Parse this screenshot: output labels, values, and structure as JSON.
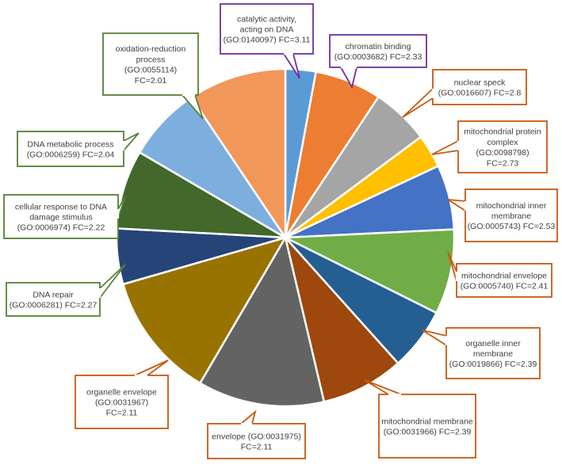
{
  "chart_data": {
    "type": "pie",
    "title": "",
    "slices": [
      {
        "label": "catalytic activity,\nacting on DNA\n(GO:0140097) FC=3.11",
        "value": 3.0,
        "color": "#5B9BD5",
        "border": "#7030A0"
      },
      {
        "label": "chromatin binding\n(GO:0003682) FC=2.33",
        "value": 6.6,
        "color": "#ED7D31",
        "border": "#7030A0"
      },
      {
        "label": "nuclear speck\n(GO:0016607) FC=2.8",
        "value": 5.7,
        "color": "#A5A5A5",
        "border": "#C55A11"
      },
      {
        "label": "mitochondrial protein\ncomplex\n(GO:0098798)\nFC=2.73",
        "value": 3.3,
        "color": "#FFC000",
        "border": "#C55A11"
      },
      {
        "label": "mitochondrial inner\nmembrane\n(GO:0005743) FC=2.53",
        "value": 6.4,
        "color": "#4472C4",
        "border": "#C55A11"
      },
      {
        "label": "mitochondrial envelope\n(GO:0005740) FC=2.41",
        "value": 8.4,
        "color": "#70AD47",
        "border": "#C55A11"
      },
      {
        "label": "organelle inner\nmembrane\n(GO:0019866) FC=2.39",
        "value": 6.2,
        "color": "#255E91",
        "border": "#C55A11"
      },
      {
        "label": "mitochondrial membrane\n(GO:0031966) FC=2.39",
        "value": 8.2,
        "color": "#9E480E",
        "border": "#C55A11"
      },
      {
        "label": "envelope (GO:0031975)\nFC=2.11",
        "value": 12.5,
        "color": "#636363",
        "border": "#C55A11"
      },
      {
        "label": "organelle envelope\n(GO:0031967)\nFC=2.11",
        "value": 12.5,
        "color": "#997300",
        "border": "#C55A11"
      },
      {
        "label": "DNA repair\n(GO:0006281) FC=2.27",
        "value": 5.5,
        "color": "#264478",
        "border": "#548235"
      },
      {
        "label": "cellular response to DNA\ndamage stimulus\n(GO:0006974) FC=2.22",
        "value": 7.8,
        "color": "#43682B",
        "border": "#548235"
      },
      {
        "label": "DNA metabolic process\n(GO:0006259) FC=2.04",
        "value": 7.4,
        "color": "#7CAFDD",
        "border": "#548235"
      },
      {
        "label": "oxidation-reduction\nprocess\n(GO:0055114)\nFC=2.01",
        "value": 9.7,
        "color": "#F1975A",
        "border": "#548235"
      }
    ]
  }
}
